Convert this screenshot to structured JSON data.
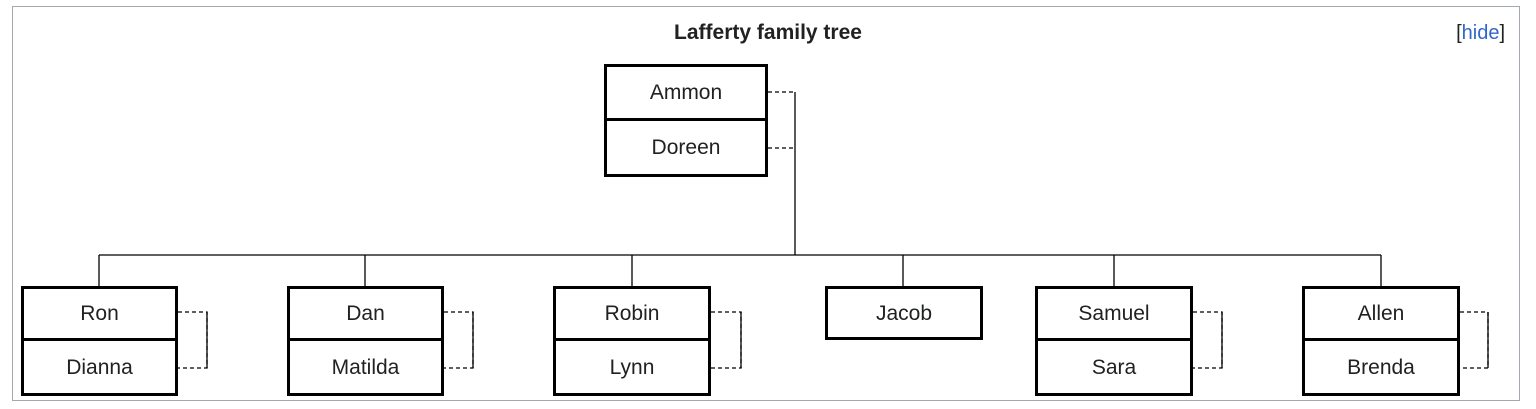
{
  "title": "Lafferty family tree",
  "toggle": {
    "open_bracket": "[",
    "label": "hide",
    "close_bracket": "]"
  },
  "colors": {
    "link": "#3366cc",
    "border": "#000000",
    "frame": "#a2a9b1"
  },
  "root": {
    "spouse_a": "Ammon",
    "spouse_b": "Doreen"
  },
  "children": [
    {
      "name": "Ron",
      "spouse": "Dianna"
    },
    {
      "name": "Dan",
      "spouse": "Matilda"
    },
    {
      "name": "Robin",
      "spouse": "Lynn"
    },
    {
      "name": "Jacob"
    },
    {
      "name": "Samuel",
      "spouse": "Sara"
    },
    {
      "name": "Allen",
      "spouse": "Brenda"
    }
  ]
}
